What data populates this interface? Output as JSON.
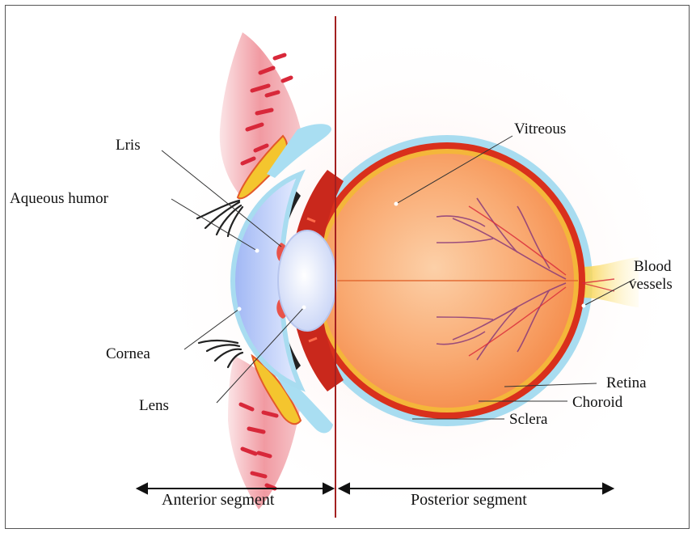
{
  "labels": {
    "iris": "Lris",
    "aqueous": "Aqueous humor",
    "cornea": "Cornea",
    "lens": "Lens",
    "vitreous": "Vitreous",
    "blood_vessels_1": "Blood",
    "blood_vessels_2": "vessels",
    "retina": "Retina",
    "choroid": "Choroid",
    "sclera": "Sclera",
    "anterior": "Anterior segment",
    "posterior": "Posterior segment"
  },
  "colors": {
    "sclera": "#a8dcf0",
    "choroid": "#d9301c",
    "retina": "#f4b63a",
    "vitreous": "#f9a56a",
    "eyelid": "#f3a3a8",
    "cornea": "#c9d8ff",
    "divider": "#a32020"
  }
}
